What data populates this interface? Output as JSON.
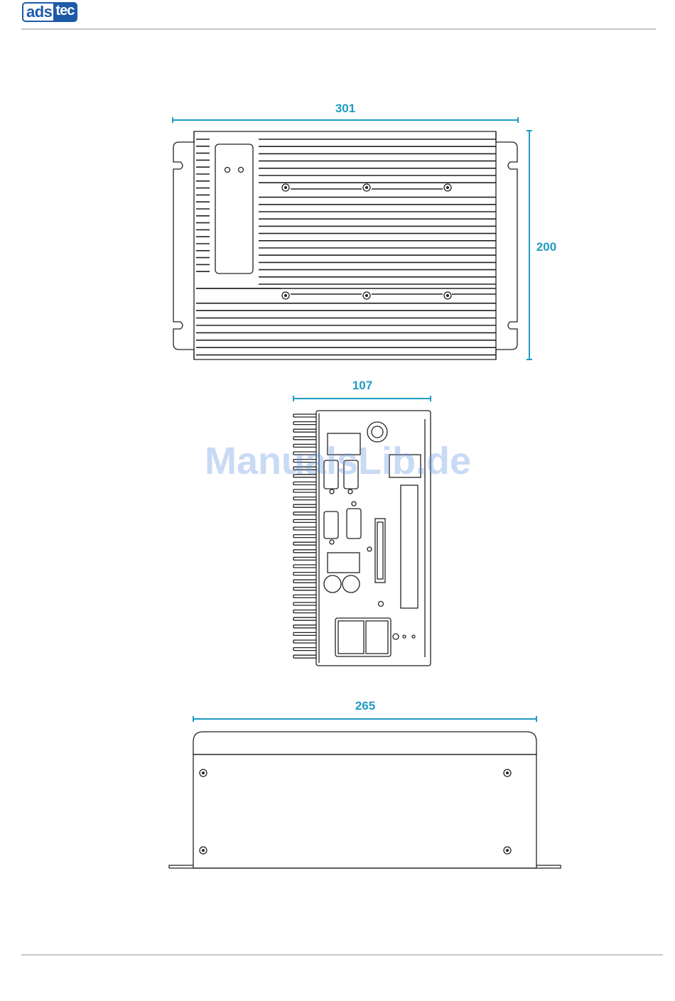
{
  "header": {
    "logo_text_main": "ads",
    "logo_text_tec": "tec"
  },
  "colors": {
    "dimension": "#1f9bc4",
    "line": "#222222",
    "brand": "#1e5aa8",
    "watermark": "#6496e1"
  },
  "dimensions": {
    "top_width": "301",
    "top_height": "200",
    "side_width": "107",
    "front_width": "265"
  },
  "watermark": "ManualsLib.de"
}
